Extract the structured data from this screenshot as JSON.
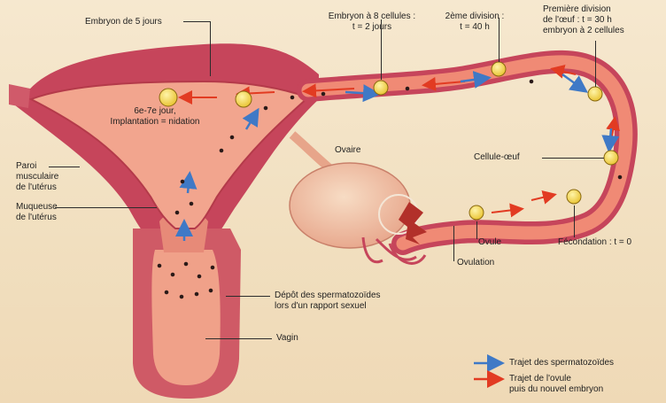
{
  "colors": {
    "background": "#f3e3c4",
    "uterus_wall": "#c6455b",
    "uterus_inner": "#f2a58e",
    "tube": "#e8786a",
    "ovary": "#f2c3a5",
    "sperm_arrow": "#3f79c6",
    "ovum_arrow": "#e23b22",
    "cell": "#f4d64a"
  },
  "labels": {
    "embryo5": "Embryon de 5 jours",
    "embryo8_l1": "Embryon à 8 cellules :",
    "embryo8_l2": "t = 2 jours",
    "div2_l1": "2ème division :",
    "div2_l2": "t = 40 h",
    "div1_l1": "Première division",
    "div1_l2": "de l'œuf : t = 30 h",
    "div1_l3": "embryon à 2 cellules",
    "implant_l1": "6e-7e jour,",
    "implant_l2": "Implantation = nidation",
    "ovaire": "Ovaire",
    "cellule_oeuf": "Cellule-œuf",
    "paroi_l1": "Paroi",
    "paroi_l2": "musculaire",
    "paroi_l3": "de l'utérus",
    "muqueuse_l1": "Muqueuse",
    "muqueuse_l2": "de l'utérus",
    "ovule": "Ovule",
    "fecondation": "Fécondation : t = 0",
    "ovulation": "Ovulation",
    "depot_l1": "Dépôt des spermatozoïdes",
    "depot_l2": "lors d'un rapport sexuel",
    "vagin": "Vagin"
  },
  "legend": {
    "sperm_label": "Trajet des spermatozoïdes",
    "ovum_label_l1": "Trajet de l'ovule",
    "ovum_label_l2": "puis du nouvel embryon"
  }
}
